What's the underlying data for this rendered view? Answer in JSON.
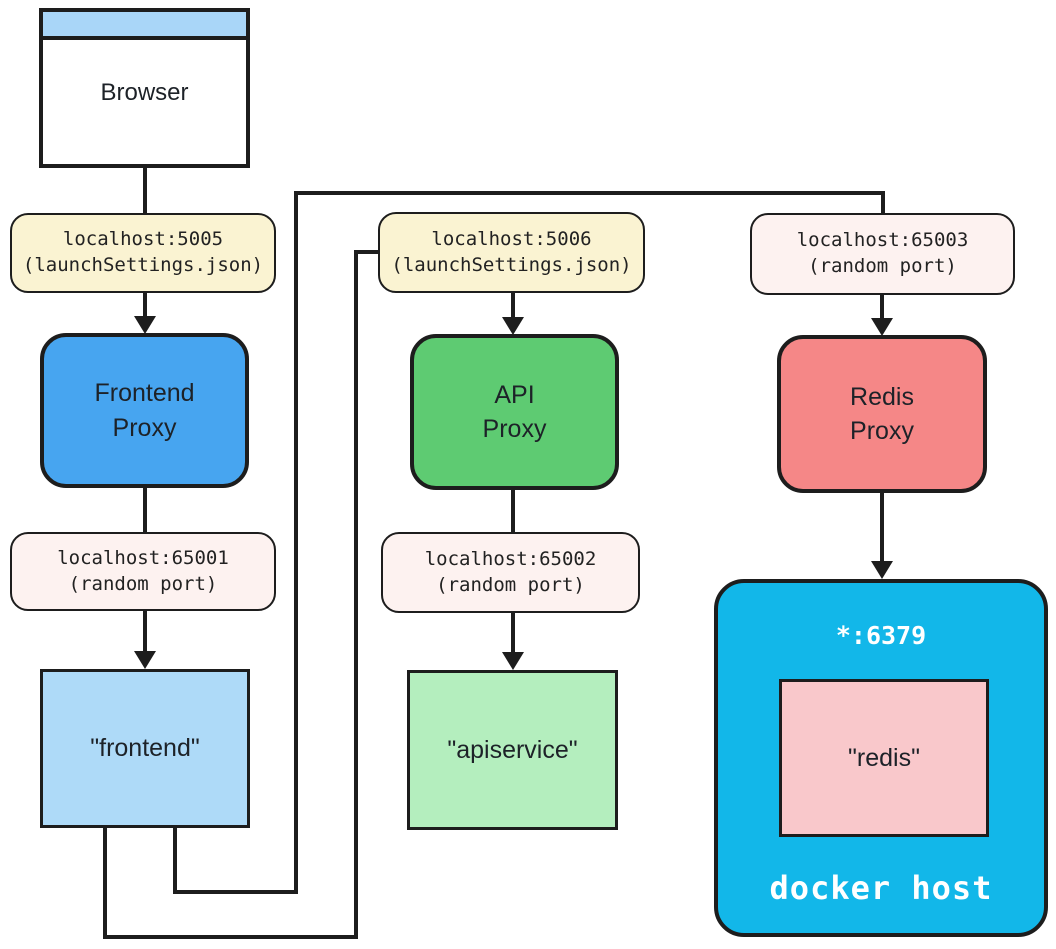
{
  "nodes": {
    "browser": {
      "label": "Browser"
    },
    "frontend_proxy": {
      "line1": "Frontend",
      "line2": "Proxy"
    },
    "api_proxy": {
      "line1": "API",
      "line2": "Proxy"
    },
    "redis_proxy": {
      "line1": "Redis",
      "line2": "Proxy"
    },
    "frontend_container": {
      "label": "\"frontend\""
    },
    "apiservice_container": {
      "label": "\"apiservice\""
    },
    "docker_host": {
      "port": "*:6379",
      "label": "docker host",
      "redis_container": {
        "label": "\"redis\""
      }
    }
  },
  "port_labels": {
    "frontend_launch": {
      "line1": "localhost:5005",
      "line2": "(launchSettings.json)"
    },
    "frontend_random": {
      "line1": "localhost:65001",
      "line2": "(random port)"
    },
    "api_launch": {
      "line1": "localhost:5006",
      "line2": "(launchSettings.json)"
    },
    "api_random": {
      "line1": "localhost:65002",
      "line2": "(random port)"
    },
    "redis_random": {
      "line1": "localhost:65003",
      "line2": "(random port)"
    }
  },
  "colors": {
    "browser_titlebar": "#a9d6f8",
    "frontend_proxy": "#47a5f0",
    "api_proxy": "#5ecb72",
    "redis_proxy": "#f58787",
    "frontend_container": "#aedaf8",
    "apiservice_container": "#b4eebe",
    "redis_container": "#f9c8cb",
    "docker_host": "#12b7e9",
    "launch_label_bg": "#faf3d2",
    "random_label_bg": "#fdf2f0",
    "edge": "#1d1d1d"
  }
}
